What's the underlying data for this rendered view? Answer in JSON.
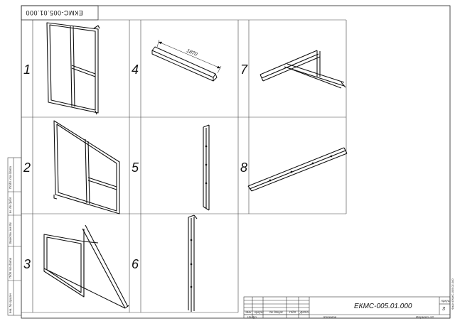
{
  "stamp_top": "ЕКМС-005.01.000",
  "cells": [
    {
      "number": "1"
    },
    {
      "number": "2"
    },
    {
      "number": "3"
    },
    {
      "number": "4"
    },
    {
      "number": "5"
    },
    {
      "number": "6"
    },
    {
      "number": "7"
    },
    {
      "number": "8"
    }
  ],
  "dimension_label": "1870",
  "side_labels": [
    "Подп. та дата",
    "Ін. № дубл",
    "Замість інв №",
    "Підп та дата",
    "Інв. № оригін"
  ],
  "title_block": {
    "designation": "ЕКМС-005.01.000",
    "row_labels": [
      "Змн",
      "Аркуш",
      "№ докум",
      "Підп",
      "Дата"
    ],
    "sheet_label": "Аркуш",
    "sheet_number": "3",
    "bottom_left": "Шифр",
    "copied": "Копював",
    "format": "Формат А3",
    "side_code": "Файл ЕКМС-005.01.000"
  }
}
